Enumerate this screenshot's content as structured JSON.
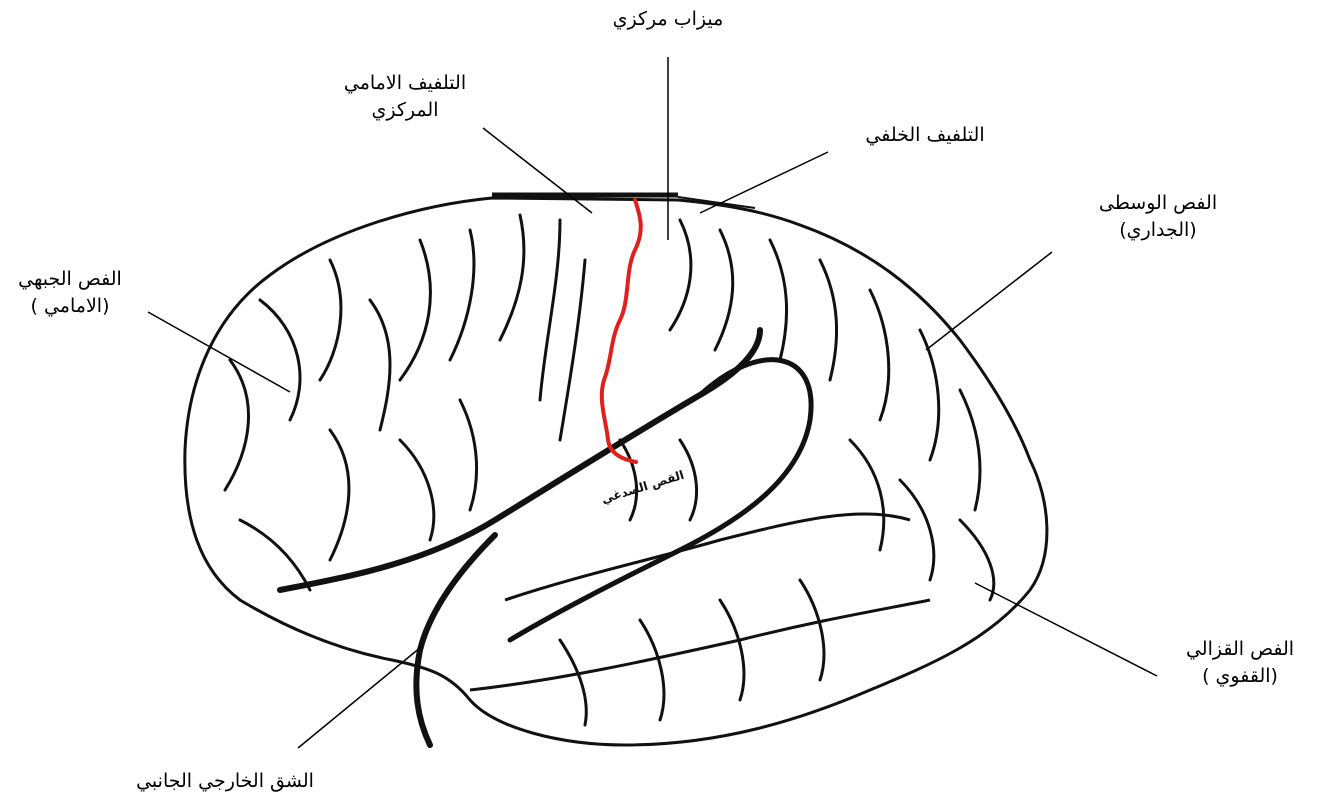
{
  "labels": {
    "central_sulcus": "ميزاب مركزي",
    "precentral_gyrus": [
      "التلفيف الامامي",
      "المركزي"
    ],
    "postcentral_gyrus": "التلفيف الخلفي",
    "parietal_lobe": [
      "الفص الوسطى",
      "(الجداري)"
    ],
    "frontal_lobe": [
      "الفص الجبهي",
      "(الامامي )"
    ],
    "temporal_lobe": [
      "القص",
      "الصدغي"
    ],
    "occipital_lobe": [
      "الفص القزالي",
      "(القفوي )"
    ],
    "lateral_fissure": "الشق الخارجي الجانبي"
  },
  "colors": {
    "central_sulcus": "#e0201c",
    "outline": "#111111",
    "leader_lines": "#000000"
  }
}
